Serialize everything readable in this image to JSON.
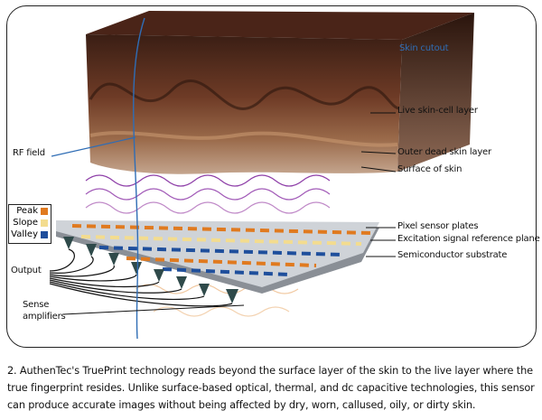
{
  "labels": {
    "skin_cutout": "Skin cutout",
    "live_layer": "Live skin-cell layer",
    "outer_dead": "Outer dead skin layer",
    "surface": "Surface of skin",
    "rf_field": "RF field",
    "pixel_plates": "Pixel sensor plates",
    "excitation": "Excitation signal reference plane",
    "substrate": "Semiconductor substrate",
    "output": "Output",
    "sense_1": "Sense",
    "sense_2": "amplifiers"
  },
  "legend": [
    {
      "label": "Peak",
      "color": "#e07a1f"
    },
    {
      "label": "Slope",
      "color": "#f3dc8f"
    },
    {
      "label": "Valley",
      "color": "#1f4f9c"
    }
  ],
  "caption": "2. AuthenTec's TruePrint technology reads beyond the surface layer of the skin to the live layer where the true fingerprint resides. Unlike surface-based optical, thermal, and dc capacitive technologies, this sensor can produce accurate images without being affected by dry, worn, callused, oily, or dirty skin."
}
